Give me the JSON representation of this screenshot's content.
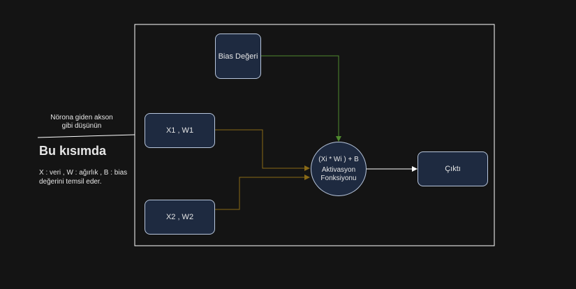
{
  "nodes": {
    "bias": "Bias Değeri",
    "x1w1": "X1 , W1",
    "x2w2": "X2 , W2",
    "activation_line1": "(Xi * Wi ) + B",
    "activation_line2": "Aktivasyon",
    "activation_line3": "Fonksiyonu",
    "output": "Çıktı"
  },
  "annotation": {
    "axon_line1": "Nörona giden akson",
    "axon_line2": "gibi düşünün",
    "heading": "Bu kısımda",
    "legend_line1": "X : veri , W : ağırlık , B : bias",
    "legend_line2": "değerini temsil eder."
  },
  "colors": {
    "background": "#141414",
    "node_fill": "#1e2a40",
    "node_stroke": "#b8c6dc",
    "bias_edge": "#4f8a2e",
    "input_edge": "#8a6a16",
    "output_edge": "#ffffff",
    "frame": "#ffffff"
  }
}
